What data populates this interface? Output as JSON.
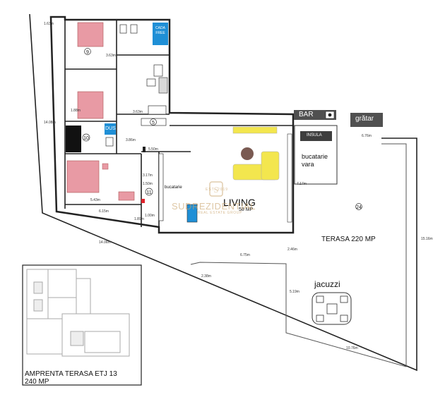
{
  "labels": {
    "cada_free": "CADA\nFREE",
    "dus": "DUS",
    "bar": "BAR",
    "gratar": "grătar",
    "insula": "INSULA",
    "bucatarie_vara": "bucatarie\nvara",
    "bucatarie": "bucatarie",
    "living": "LIVING",
    "living_area": "58 MP",
    "terasa": "TERASA 220 MP",
    "jacuzzi": "jacuzzi",
    "amprenta": "AMPRENTA TERASA ETJ 13\n240 MP"
  },
  "room_numbers": {
    "r9": "9",
    "r5": "5",
    "r10": "10",
    "r11": "11",
    "r24": "24"
  },
  "dimensions": {
    "top_left": "1.63m",
    "bed1_w": "3.63m",
    "bed2_h": "1.88m",
    "hall": "3.63m",
    "hall_v": "3.86m",
    "left_long": "14.08m",
    "kitchen": "5.50m",
    "kitchen_v": "3.17m",
    "small_a": "1.50m",
    "bed3_w": "5.43m",
    "corridor": "6.15m",
    "small_b": "1.89m",
    "small_c": "1.00m",
    "diag": "14.06m",
    "living_bottom": "6.75m",
    "terrace_top": "6.76m",
    "terrace_right": "15.16m",
    "terrace_left": "7.17m",
    "wall_a": "2.46m",
    "wall_b": "2.38m",
    "jacuzzi_v": "5.19m",
    "terrace_bottom": "10.76m"
  },
  "watermark": {
    "brand": "SUDREZIDENTIAL",
    "tagline": "REAL ESTATE GROUP",
    "est": "EST. 2019"
  },
  "colors": {
    "bed": "#e89aa4",
    "cada_free": "#1f8fd6",
    "insula": "#3e3e3e",
    "bar": "#505050",
    "sofa": "#f3e64e",
    "table": "#7a5a52",
    "wall": "#222222",
    "watermark": "#c9a36b"
  }
}
